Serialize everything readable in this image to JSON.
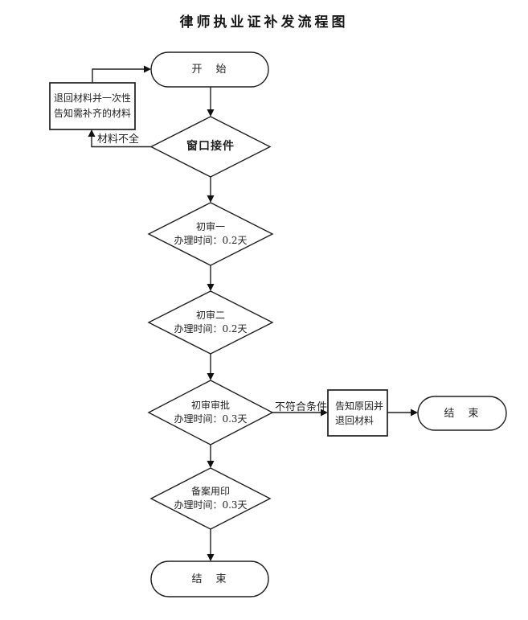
{
  "title": "律师执业证补发流程图",
  "flow": {
    "start": {
      "label": "开　始"
    },
    "return_materials": {
      "line1": "退回材料并一次性",
      "line2": "告知需补齐的材料"
    },
    "window_intake": {
      "label": "窗口接件"
    },
    "first_review": {
      "name": "初审一",
      "duration": "办理时间：0.2天"
    },
    "second_review": {
      "name": "初审二",
      "duration": "办理时间：0.2天"
    },
    "review_approval": {
      "name": "初审审批",
      "duration": "办理时间：0.3天"
    },
    "filing_seal": {
      "name": "备案用印",
      "duration": "办理时间：0.3天"
    },
    "notify_return": {
      "line1": "告知原因并",
      "line2": "退回材料"
    },
    "end_right": {
      "label": "结　束"
    },
    "end_bottom": {
      "label": "结　束"
    }
  },
  "edge_labels": {
    "incomplete": "材料不全",
    "not_qualified": "不符合条件"
  },
  "colors": {
    "line": "#1f1f1f",
    "background": "#ffffff"
  }
}
